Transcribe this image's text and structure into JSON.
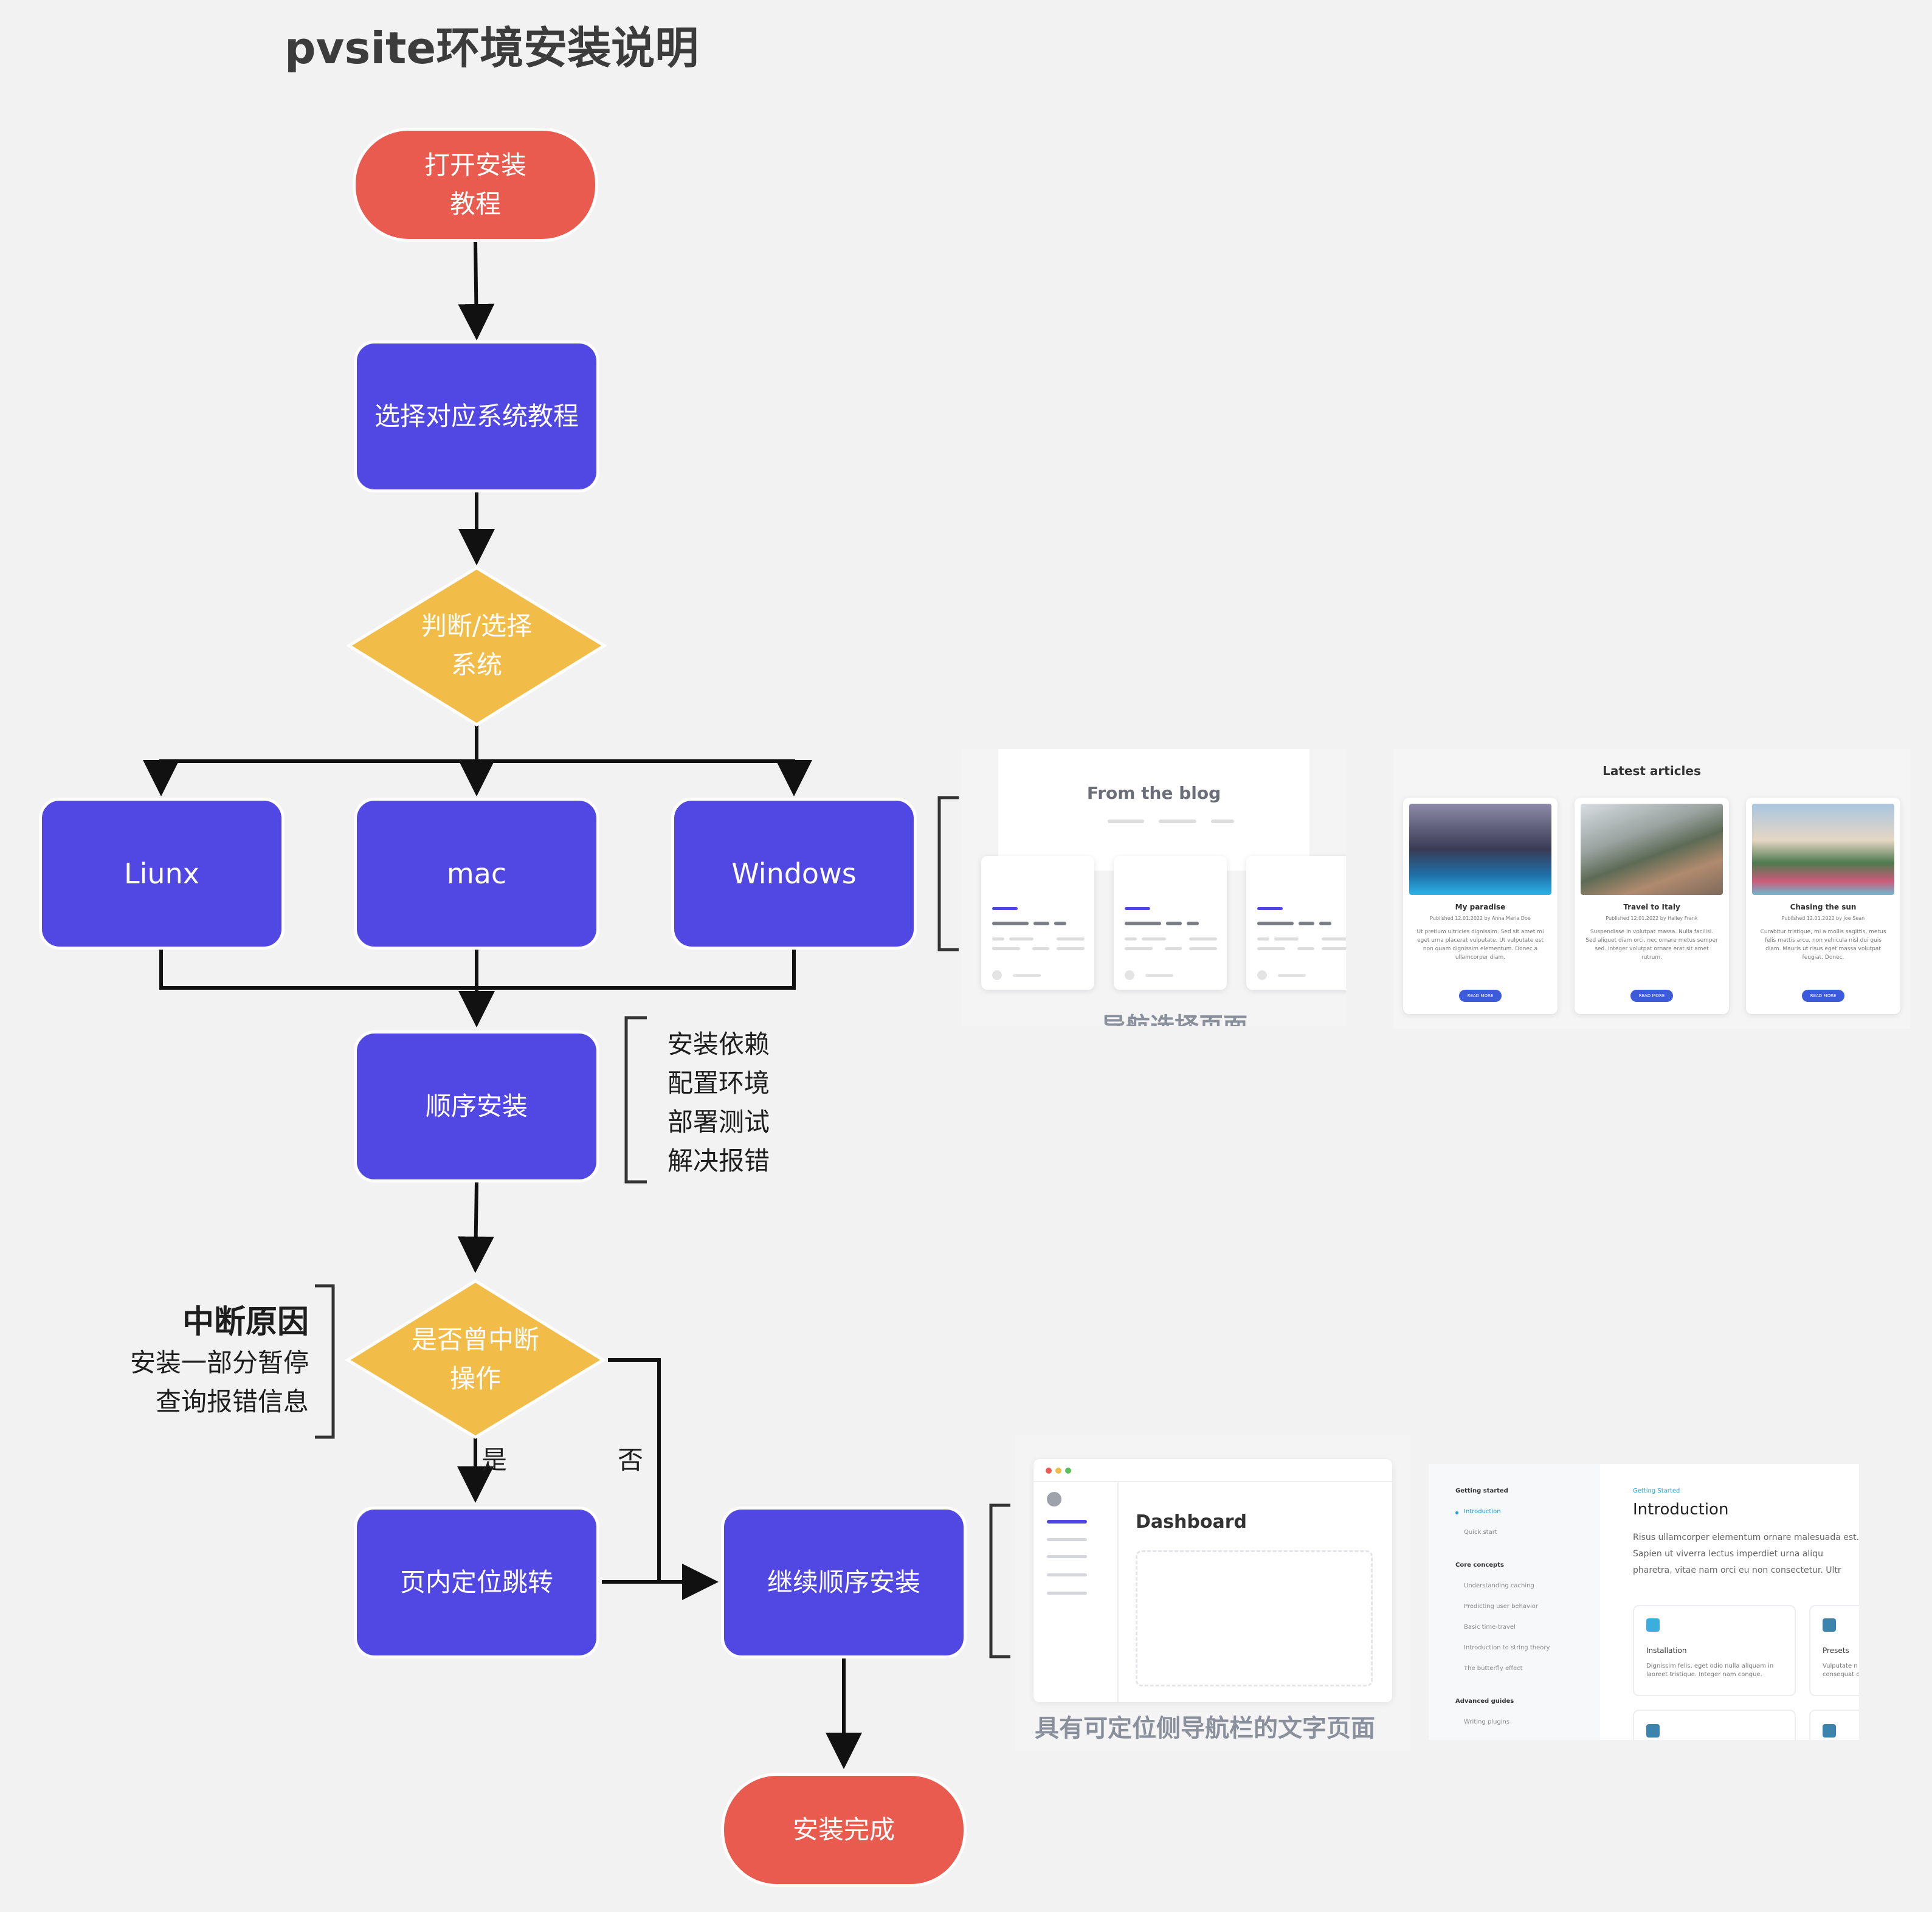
{
  "title": "pvsite环境安装说明",
  "nodes": {
    "start": "打开安装\n教程",
    "choose_tutorial": "选择对应系统教程",
    "decide_system": "判断/选择\n系统",
    "linux": "Liunx",
    "mac": "mac",
    "windows": "Windows",
    "sequential_install": "顺序安装",
    "interrupted": "是否曾中断\n操作",
    "page_jump": "页内定位跳转",
    "continue_install": "继续顺序安装",
    "done": "安装完成"
  },
  "edge_labels": {
    "yes": "是",
    "no": "否"
  },
  "notes": {
    "install_steps": [
      "安装依赖",
      "配置环境",
      "部署测试",
      "解决报错"
    ],
    "interrupt_title": "中断原因",
    "interrupt_reasons": [
      "安装一部分暂停",
      "查询报错信息"
    ]
  },
  "captions": {
    "nav_page": "导航选择页面",
    "sidebar_page": "具有可定位侧导航栏的文字页面"
  },
  "mockups": {
    "blog": {
      "heading": "From the blog"
    },
    "articles": {
      "heading": "Latest articles",
      "cards": [
        {
          "title": "My paradise",
          "meta": "Published 12.01.2022 by Anna Maria Doe",
          "body": "Ut pretium ultricies dignissim. Sed sit amet mi eget urna placerat vulputate. Ut vulputate est non quam dignissim elementum. Donec a ullamcorper diam.",
          "button": "READ MORE"
        },
        {
          "title": "Travel to Italy",
          "meta": "Published 12.01.2022 by Halley Frank",
          "body": "Suspendisse in volutpat massa. Nulla facilisi. Sed aliquet diam orci, nec ornare metus semper sed. Integer volutpat ornare erat sit amet rutrum.",
          "button": "READ MORE"
        },
        {
          "title": "Chasing the sun",
          "meta": "Published 12.01.2022 by Joe Sean",
          "body": "Curabitur tristique, mi a mollis sagittis, metus felis mattis arcu, non vehicula nisl dui quis diam. Mauris ut risus eget massa volutpat feugiat. Donec.",
          "button": "READ MORE"
        }
      ]
    },
    "dashboard": {
      "heading": "Dashboard"
    },
    "docs": {
      "sections": [
        {
          "title": "Getting started",
          "items": [
            "Introduction",
            "Quick start"
          ]
        },
        {
          "title": "Core concepts",
          "items": [
            "Understanding caching",
            "Predicting user behavior",
            "Basic time-travel",
            "Introduction to string theory",
            "The butterfly effect"
          ]
        },
        {
          "title": "Advanced guides",
          "items": [
            "Writing plugins"
          ]
        }
      ],
      "eyebrow": "Getting Started",
      "heading": "Introduction",
      "body": "Risus ullamcorper elementum ornare malesuada est. Sapien ut viverra lectus imperdiet urna aliqu pharetra, vitae nam orci eu non consectetur. Ultr",
      "cards": [
        {
          "title": "Installation",
          "body": "Dignissim felis, eget odio nulla aliquam in laoreet tristique. Integer nam congue."
        },
        {
          "title": "Presets",
          "body": "Vulputate n consequat c"
        }
      ]
    }
  },
  "colors": {
    "terminal": "#ea5b4f",
    "process": "#5147e3",
    "decision": "#f2bc49",
    "background": "#f2f2f2",
    "line": "#111111"
  }
}
